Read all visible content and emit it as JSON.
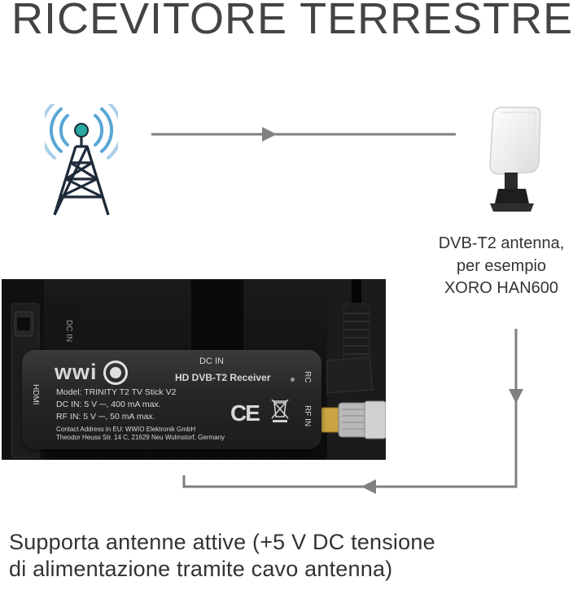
{
  "title": "RICEVITORE TERRESTRE",
  "icons": {
    "tower": "transmission-tower-icon",
    "antenna": "dvb-t2-antenna-icon",
    "accent": "#2aa7a0",
    "wave_color": "#5aa6d6"
  },
  "antenna_caption": {
    "line1": "DVB-T2 antenna,",
    "line2": "per esempio",
    "line3": "XORO HAN600"
  },
  "photo": {
    "side_label_dc_in": "DC IN",
    "device_label_dc_in": "DC IN",
    "logo": "wwi",
    "product_title": "HD DVB-T2 Receiver",
    "model": "Model: TRINITY T2 TV Stick V2",
    "dc_spec": "DC IN: 5 V ⎓, 400 mA max.",
    "rf_spec": "RF IN: 5 V ⎓, 50 mA max.",
    "contact1": "Contact Address in EU: WWIO Elektronik GmbH",
    "contact2": "Theodor Heuss Str. 14 C, 21629 Neu Wulmstorf, Germany",
    "hdmi": "HDMI",
    "rc": "RC",
    "rf_in": "RF IN",
    "ce": "CE"
  },
  "bottom_text": {
    "line1": "Supporta antenne attive (+5 V DC tensione",
    "line2": "di alimentazione tramite cavo antenna)"
  },
  "colors": {
    "arrow": "#808080",
    "text": "#333333"
  }
}
